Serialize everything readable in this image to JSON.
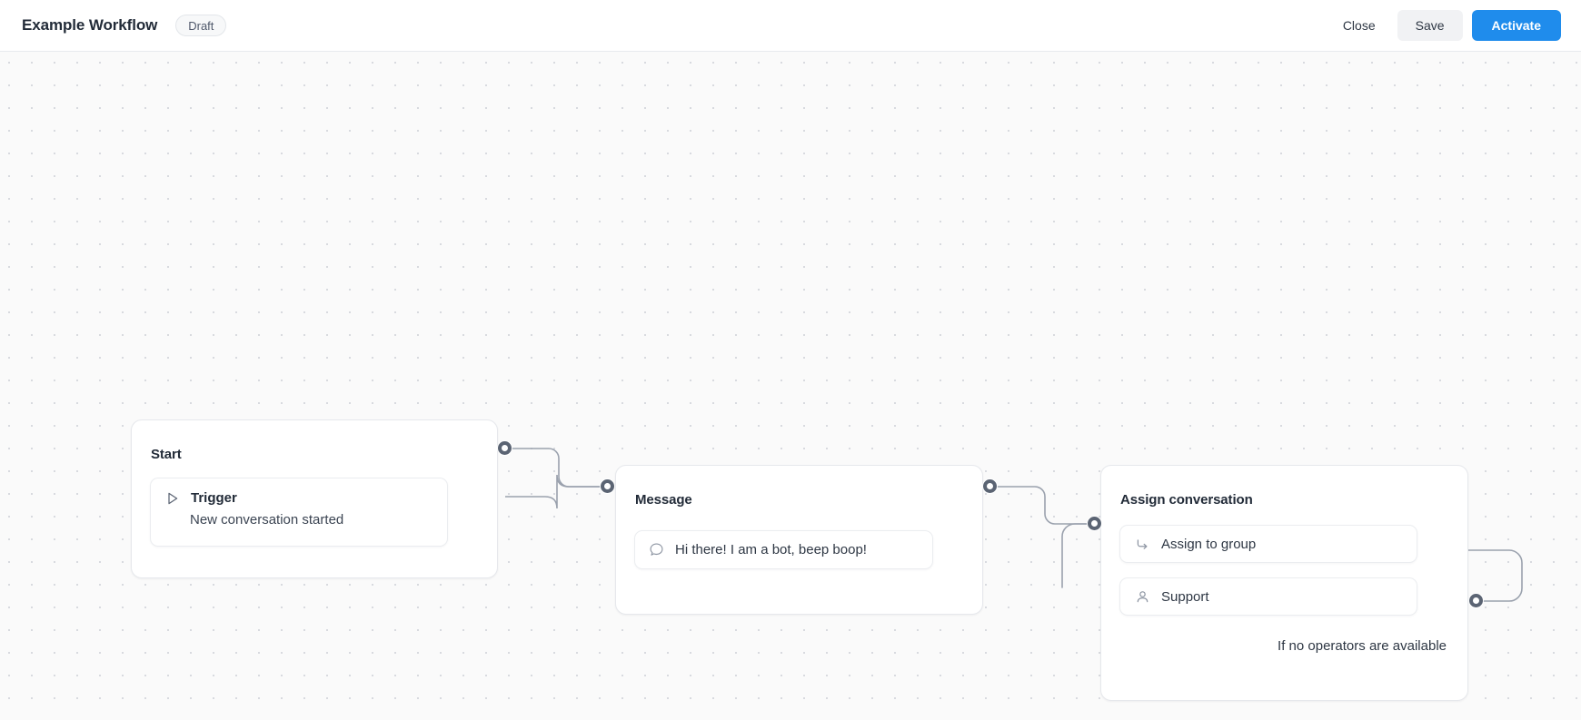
{
  "header": {
    "title": "Example Workflow",
    "status_badge": "Draft",
    "close_label": "Close",
    "save_label": "Save",
    "activate_label": "Activate",
    "accent_color": "#1f8cec",
    "save_bg": "#f1f2f4",
    "badge_bg": "#f7f8f9"
  },
  "canvas": {
    "background": "#fafafa",
    "dot_color": "#d8dadf",
    "grid_spacing": 25,
    "edge_color": "#9aa1ad",
    "port_color": "#5b6473"
  },
  "nodes": [
    {
      "id": "start",
      "title": "Start",
      "slots": [
        {
          "icon": "play-triangle-icon",
          "label": "Trigger",
          "description": "New conversation started"
        }
      ]
    },
    {
      "id": "message",
      "title": "Message",
      "slots": [
        {
          "icon": "chat-bubble-icon",
          "label": "Hi there! I am a bot, beep boop!"
        }
      ]
    },
    {
      "id": "assign",
      "title": "Assign conversation",
      "slots": [
        {
          "icon": "arrow-turn-right-icon",
          "label": "Assign to group"
        },
        {
          "icon": "user-icon",
          "label": "Support"
        }
      ],
      "fallback_label": "If no operators are available"
    }
  ]
}
